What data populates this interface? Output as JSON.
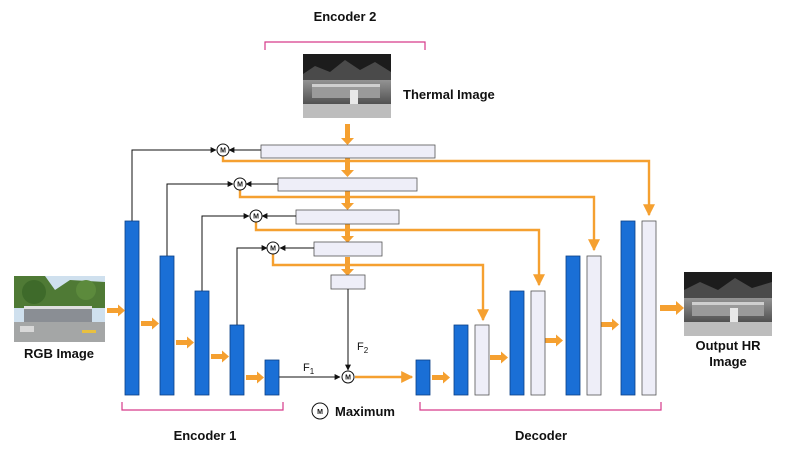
{
  "labels": {
    "encoder2": "Encoder 2",
    "thermal_image": "Thermal Image",
    "rgb_image": "RGB Image",
    "encoder1": "Encoder 1",
    "decoder": "Decoder",
    "output_line1": "Output HR",
    "output_line2": "Image",
    "f1_base": "F",
    "f1_sub": "1",
    "f2_base": "F",
    "f2_sub": "2",
    "legend_symbol": "M",
    "legend_text": "Maximum"
  },
  "colors": {
    "encoder_block": "#1a6fd6",
    "decoder_block": "#eeeef8",
    "skip_arrow": "#f5a030",
    "black_arrow": "#111111",
    "brace": "#d63a8a"
  }
}
